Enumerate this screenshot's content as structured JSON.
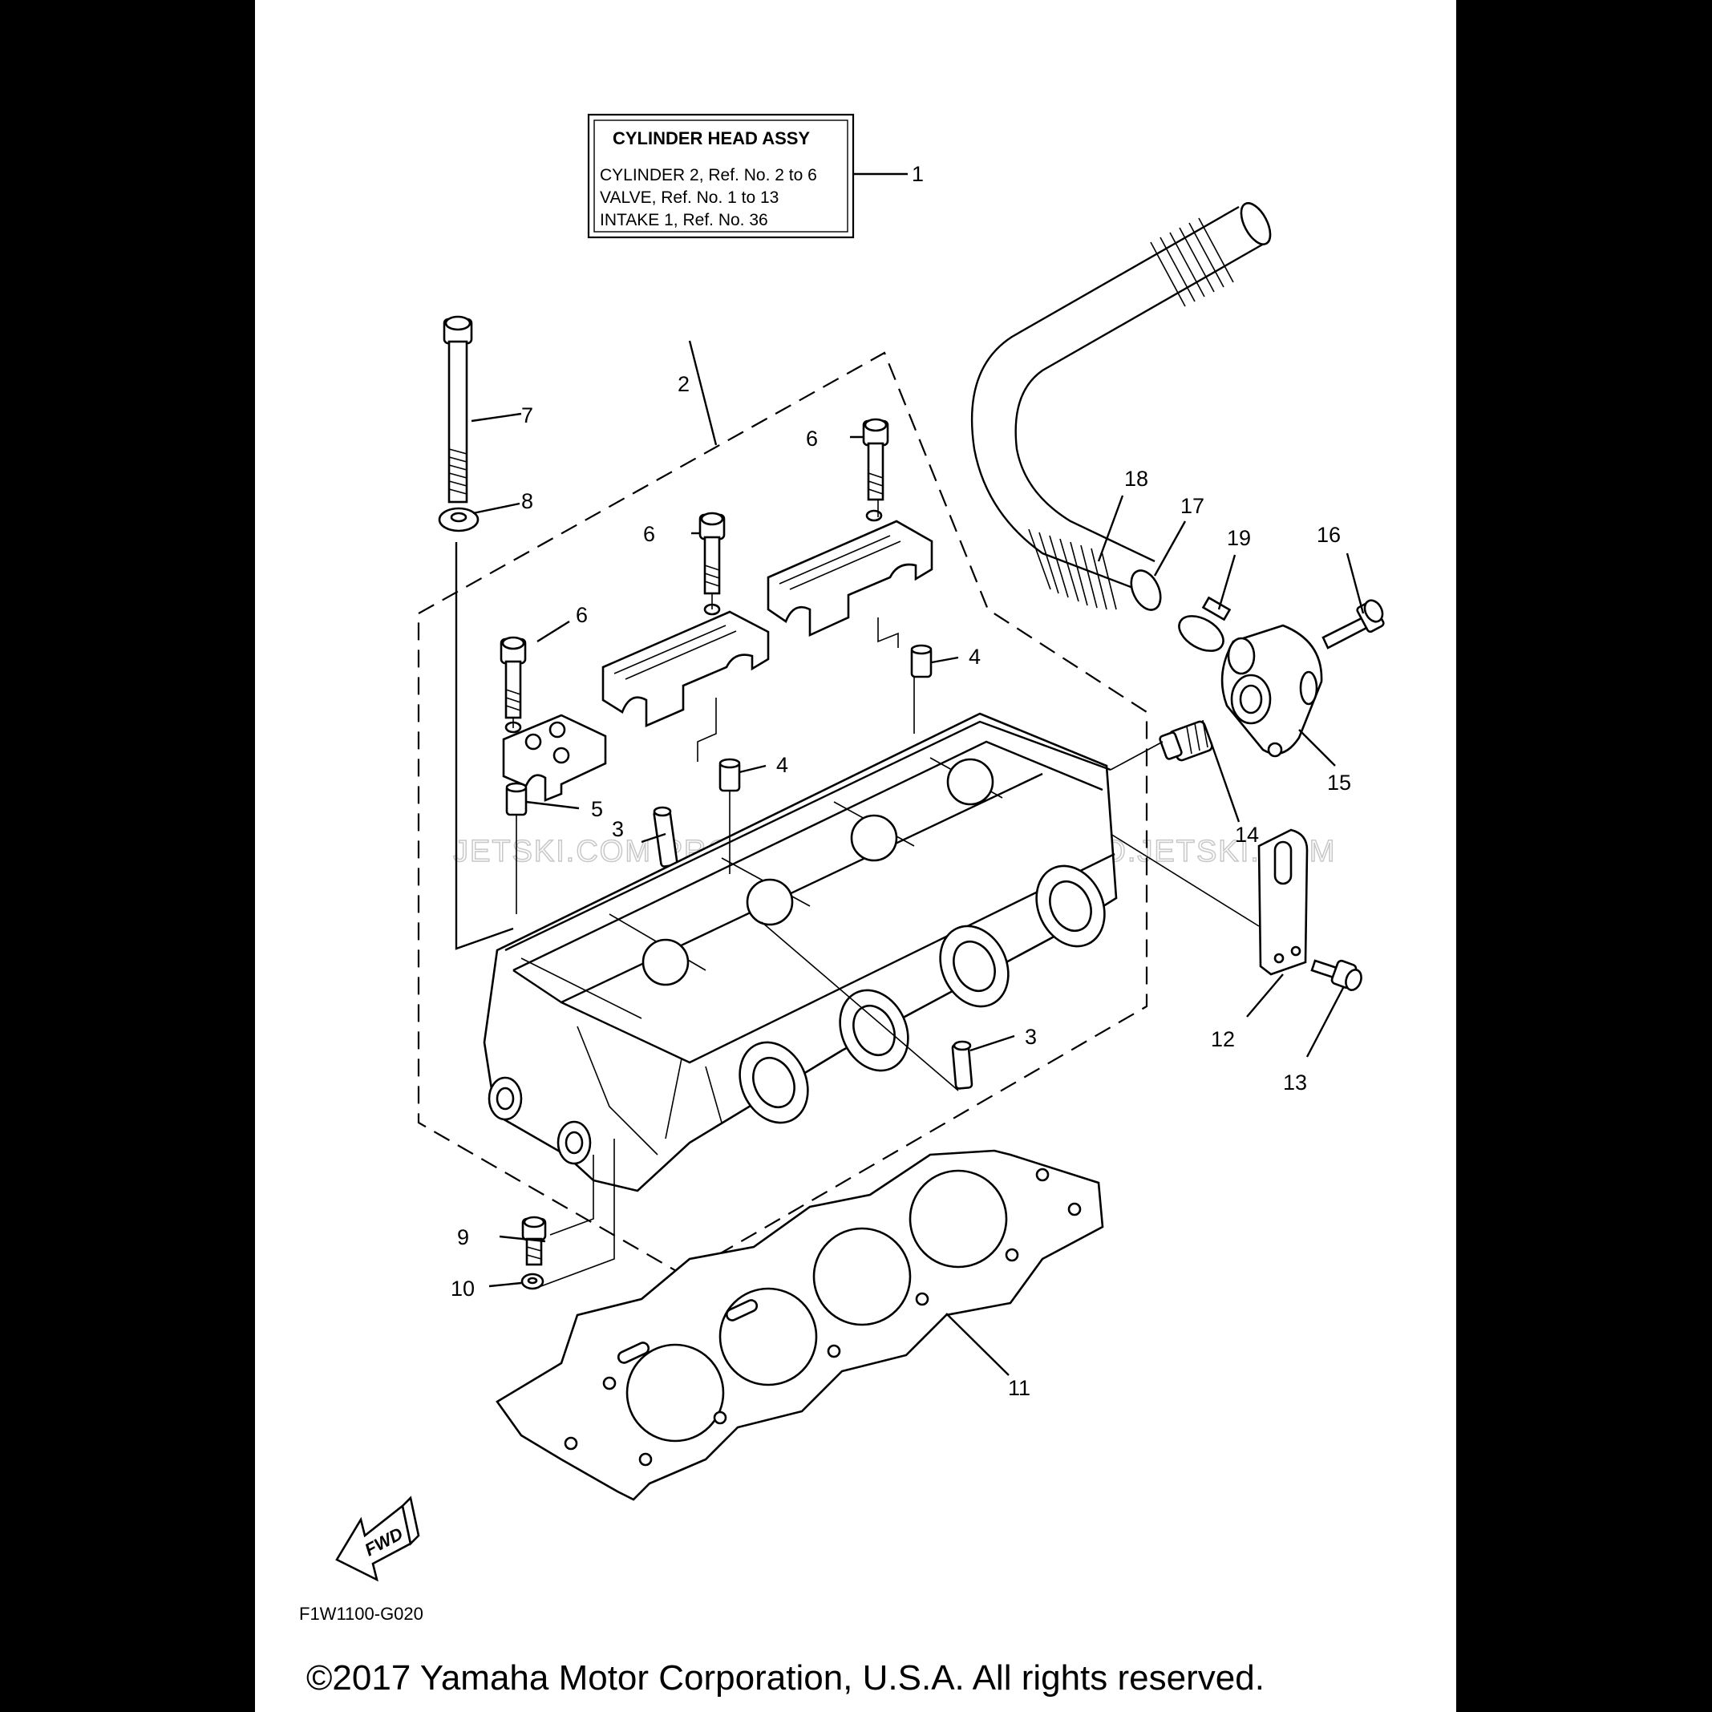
{
  "info_box": {
    "title": "CYLINDER HEAD ASSY",
    "lines": [
      "CYLINDER 2, Ref. No. 2 to 6",
      "VALVE, Ref. No. 1 to 13",
      "INTAKE 1, Ref. No. 36"
    ],
    "ref": "1"
  },
  "callouts": {
    "c2": "2",
    "c3a": "3",
    "c3b": "3",
    "c4a": "4",
    "c4b": "4",
    "c5": "5",
    "c6a": "6",
    "c6b": "6",
    "c6c": "6",
    "c7": "7",
    "c8": "8",
    "c9": "9",
    "c10": "10",
    "c11": "11",
    "c12": "12",
    "c13": "13",
    "c14": "14",
    "c15": "15",
    "c16": "16",
    "c17": "17",
    "c18": "18",
    "c19": "19"
  },
  "fwd_label": "FWD",
  "diagram_code": "F1W1100-G020",
  "watermark": "JETSKI.COM PROMO.JETSKI.COM PROMO.JETSKI.COM",
  "copyright": "©2017 Yamaha Motor Corporation, U.S.A. All rights reserved."
}
